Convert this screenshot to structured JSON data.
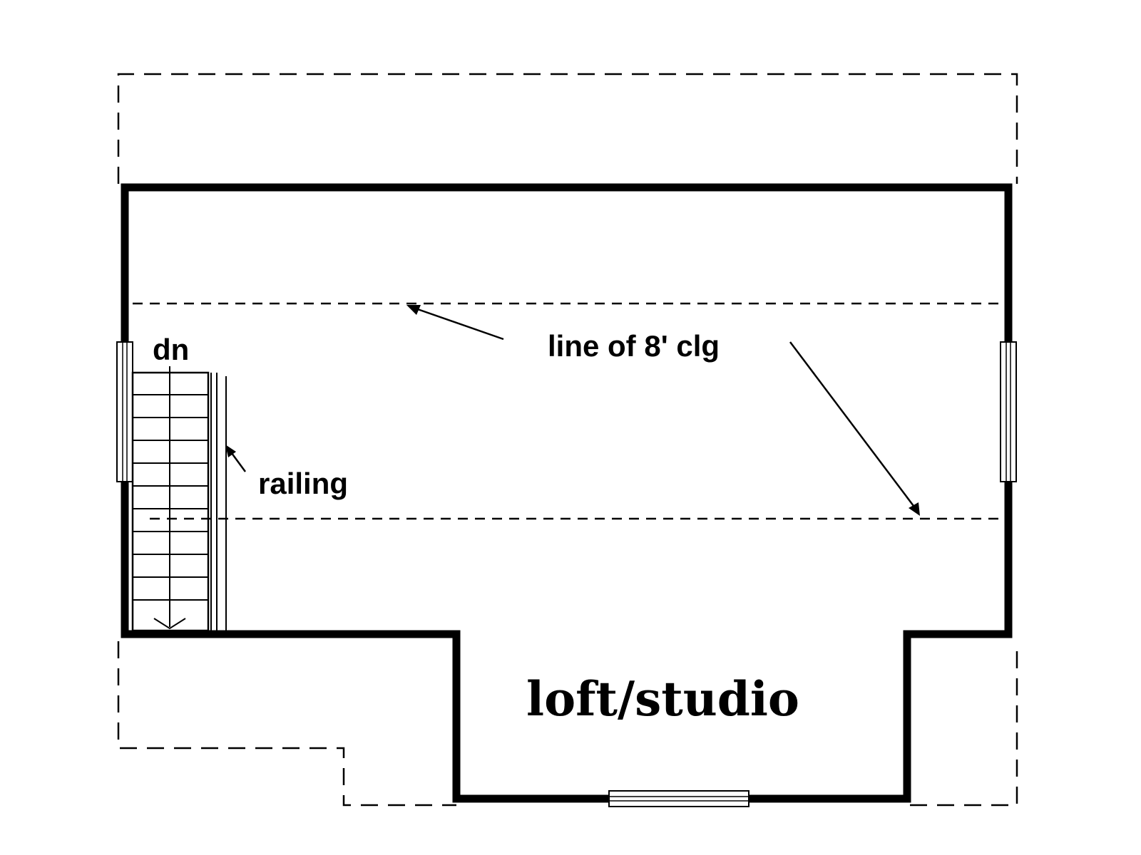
{
  "labels": {
    "stair_direction": "dn",
    "ceiling_line": "line of 8' clg",
    "railing": "railing",
    "room_name": "loft/studio"
  },
  "colors": {
    "line": "#000000",
    "background": "#ffffff"
  }
}
